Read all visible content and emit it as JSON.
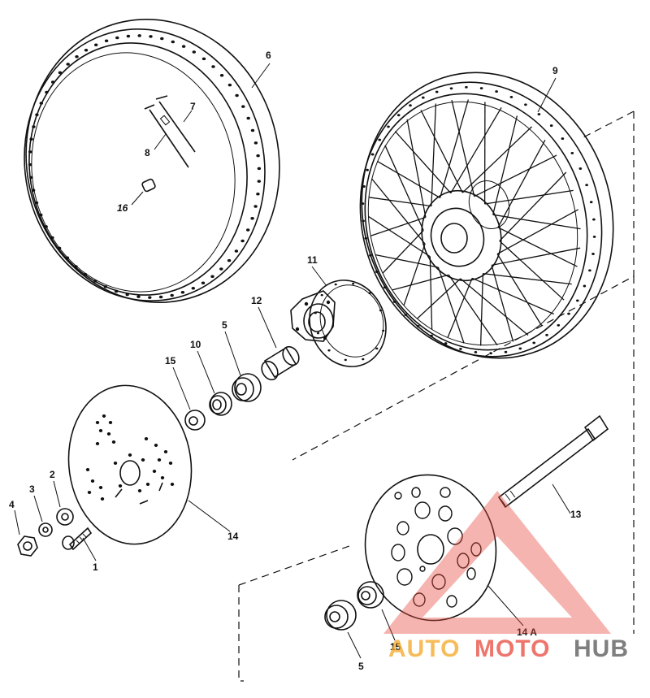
{
  "labels": {
    "p1": "1",
    "p2": "2",
    "p3": "3",
    "p4": "4",
    "p5a": "5",
    "p5b": "5",
    "p6": "6",
    "p7": "7",
    "p8": "8",
    "p9": "9",
    "p10": "10",
    "p11": "11",
    "p12": "12",
    "p13": "13",
    "p14": "14",
    "p14a": "14 A",
    "p15a": "15",
    "p15b": "15",
    "p16": "16"
  },
  "watermark": {
    "word_auto": "AUTO",
    "word_moto": "MOTO",
    "word_hub": "HUB",
    "colors": {
      "auto": "#f5a623",
      "moto": "#e8483c",
      "hub": "#555555",
      "triangle": "#e8483c"
    }
  }
}
